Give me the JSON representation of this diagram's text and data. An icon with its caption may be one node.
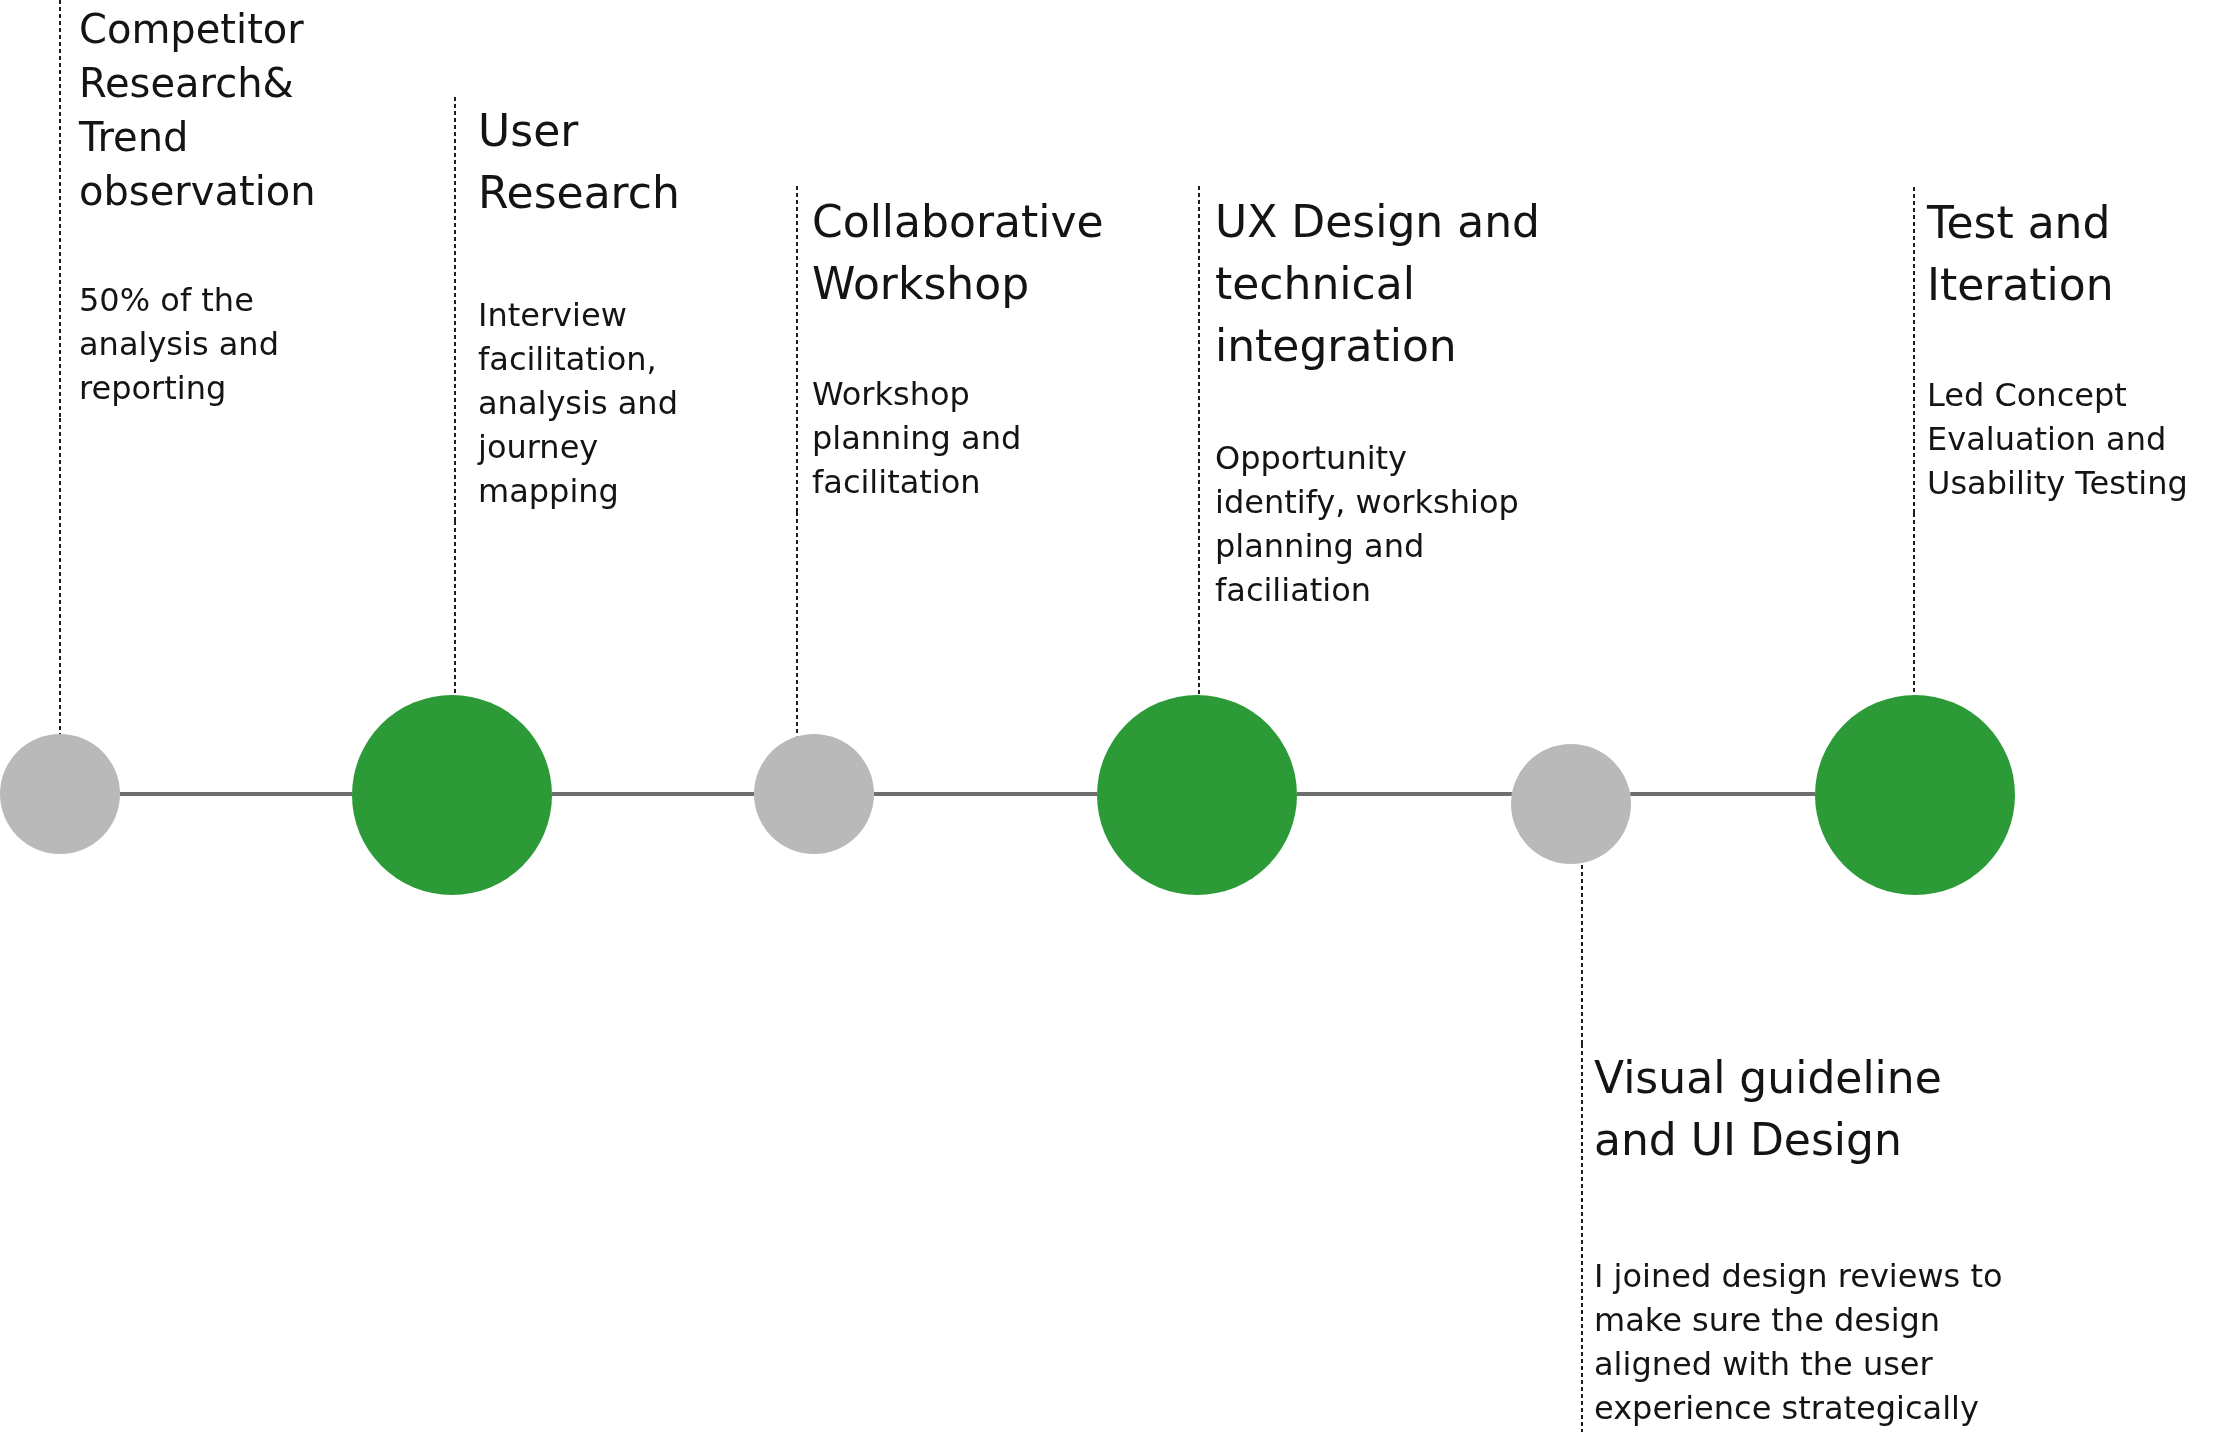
{
  "diagram": {
    "nodes": [
      {
        "text": [
          "Competitor Research& Trend observation",
          "50% of the analysis and reporting"
        ]
      },
      {
        "text": [],
        "shape": "circle"
      },
      {
        "text": [
          "User Research",
          "Interview facilitation, analysis and journey mapping"
        ]
      },
      {
        "text": [],
        "shape": "circle"
      },
      {
        "text": [
          "Collaborative Workshop",
          "Workshop planning and facilitation"
        ]
      },
      {
        "text": [],
        "shape": "circle"
      },
      {
        "text": [
          "UX Design and technical integration",
          "Opportunity identify, workshiop planning and faciliation"
        ]
      },
      {
        "text": [],
        "shape": "circle"
      },
      {
        "text": [],
        "shape": "circle"
      },
      {
        "text": [
          "Visual guideline and UI Design",
          "I joined design reviews to make sure the design aligned with the user experience strategically"
        ]
      },
      {
        "text": [
          "Test and Iteration",
          "Led Concept Evaluation and Usability Testing"
        ]
      },
      {
        "text": [],
        "shape": "circle"
      }
    ],
    "edges": [
      {
        "from": 1,
        "to": 3,
        "arrow": "none",
        "color": "#6e6e6e"
      },
      {
        "from": 3,
        "to": 5,
        "arrow": "none",
        "color": "#6e6e6e"
      },
      {
        "from": 5,
        "to": 7,
        "arrow": "none",
        "color": "#6e6e6e"
      },
      {
        "from": 7,
        "to": 8,
        "arrow": "none",
        "color": "#6e6e6e"
      },
      {
        "from": 8,
        "to": 11,
        "arrow": "none",
        "color": "#6e6e6e"
      },
      {
        "from": 0,
        "to": 1,
        "arrow": "none",
        "style": "dashed"
      },
      {
        "from": 2,
        "to": 3,
        "arrow": "none",
        "style": "dashed"
      },
      {
        "from": 4,
        "to": 5,
        "arrow": "none",
        "style": "dashed"
      },
      {
        "from": 6,
        "to": 7,
        "arrow": "none",
        "style": "dashed"
      },
      {
        "from": 9,
        "to": 8,
        "arrow": "none",
        "style": "dashed"
      },
      {
        "from": 10,
        "to": 11,
        "arrow": "none",
        "style": "dashed"
      }
    ]
  }
}
